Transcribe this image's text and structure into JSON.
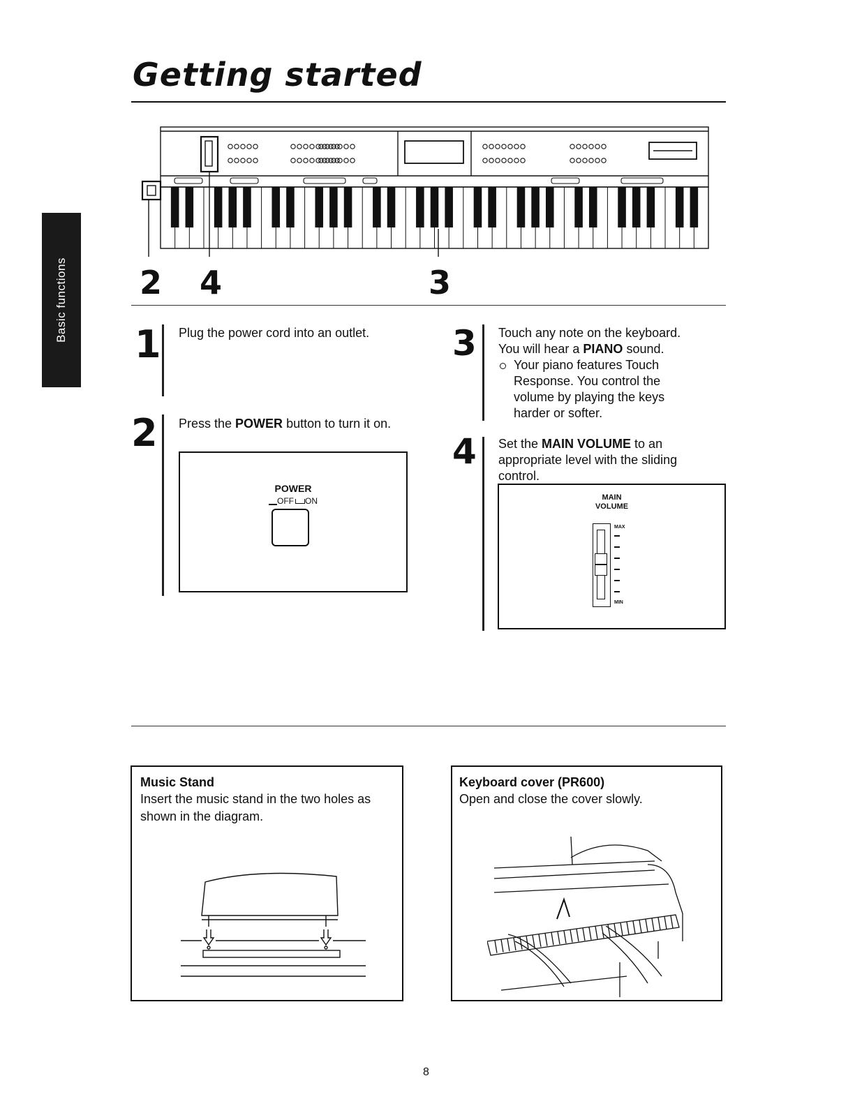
{
  "page": {
    "title": "Getting started",
    "side_tab": "Basic functions",
    "page_number": "8"
  },
  "diagram": {
    "callouts": [
      "2",
      "4",
      "3"
    ]
  },
  "steps": [
    {
      "number": "1",
      "text": "Plug the power cord into an outlet."
    },
    {
      "number": "2",
      "text_before": "Press the ",
      "bold": "POWER",
      "text_after": " button to turn it on."
    },
    {
      "number": "3",
      "line1": "Touch any note on the keyboard.",
      "line2_before": "You will hear a ",
      "line2_bold": "PIANO",
      "line2_after": " sound.",
      "bullet": "Your piano features Touch Response. You control the volume by playing the keys harder or softer."
    },
    {
      "number": "4",
      "text_before": "Set the ",
      "bold": "MAIN VOLUME",
      "text_after": " to an appropriate level with the sliding control."
    }
  ],
  "power_panel": {
    "label": "POWER",
    "sub_off": "OFF",
    "sub_on": "ON"
  },
  "volume_panel": {
    "label_line1": "MAIN",
    "label_line2": "VOLUME",
    "max": "MAX",
    "min": "MIN"
  },
  "music_stand": {
    "title": "Music Stand",
    "text": "Insert the music stand in the two holes as shown in the diagram."
  },
  "keyboard_cover": {
    "title": "Keyboard cover (PR600)",
    "text": "Open and close the cover slowly."
  }
}
